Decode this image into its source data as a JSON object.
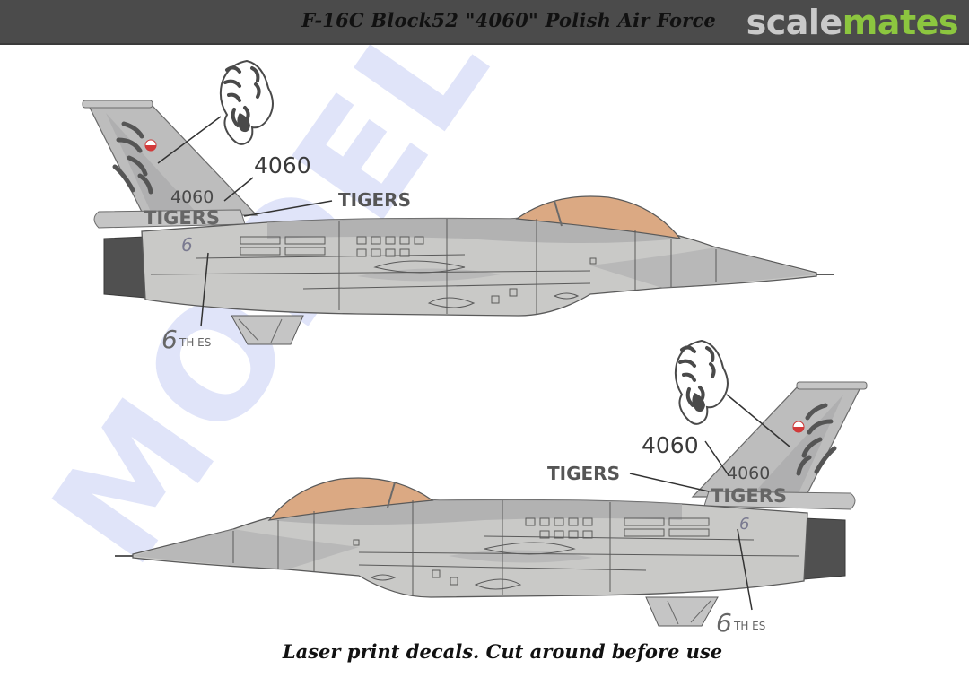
{
  "header": {
    "title": "F-16C Block52 \"4060\" Polish Air Force",
    "brand_part1": "scale",
    "brand_part2": "mates",
    "brand_colors": {
      "scale": "#c9c9c9",
      "mates": "#8cc63f"
    },
    "background": "#4b4b4b"
  },
  "watermark": {
    "text": "MODEL-CZ",
    "color": "#dfe3f8"
  },
  "aircraft_top": {
    "facing": "right",
    "callouts": {
      "tail_emblem": "tiger-head-icon",
      "serial_large": "4060",
      "serial_on_tail": "4060",
      "unit_name": "TIGERS",
      "unit_name_on_fuselage": "TIGERS",
      "squadron_numeral": "6",
      "squadron_suffix": "TH ES"
    }
  },
  "aircraft_bottom": {
    "facing": "left",
    "callouts": {
      "tail_emblem": "tiger-head-icon",
      "serial_large": "4060",
      "serial_on_tail": "4060",
      "unit_name": "TIGERS",
      "unit_name_on_fuselage": "TIGERS",
      "squadron_numeral": "6",
      "squadron_suffix": "TH ES"
    }
  },
  "colors": {
    "fuselage_light": "#c9c9c7",
    "fuselage_dark": "#a9a9ab",
    "canopy": "#dba983",
    "panel_lines": "#5a5a5a",
    "exhaust": "#505050",
    "callout_text": "#4a4a4a",
    "roundel_red": "#d33a3a"
  },
  "footer": {
    "note": "Laser print decals. Cut around before use"
  }
}
